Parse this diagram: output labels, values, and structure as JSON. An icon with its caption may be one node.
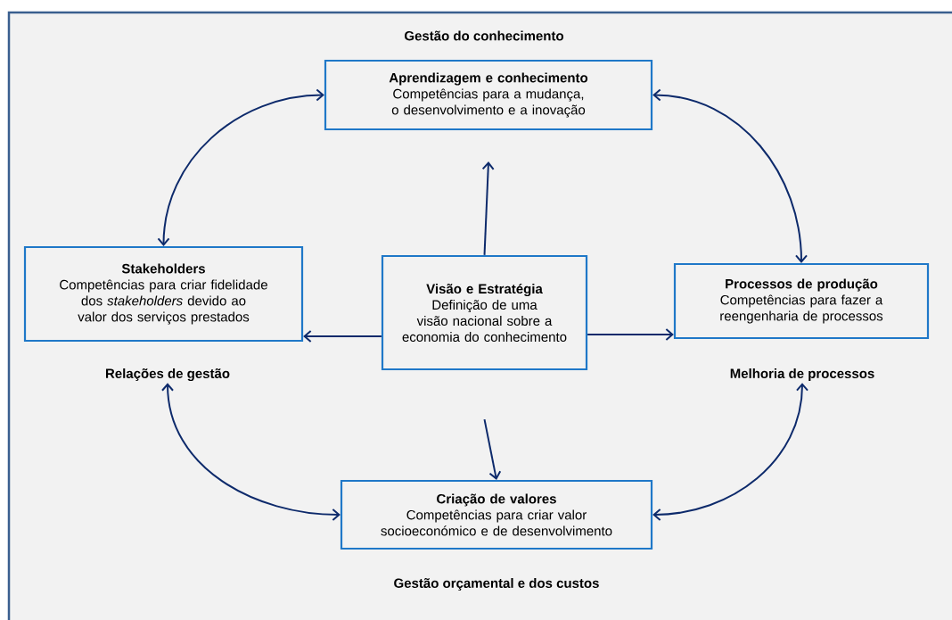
{
  "diagram": {
    "nodes": [
      {
        "text": [
          "Aprendizagem e conhecimento",
          "Competências para a mudança, o desenvolvimento e a inovação"
        ]
      },
      {
        "text": [
          "Stakeholders",
          "Competências para criar fidelidade dos *stakeholders* devido ao valor dos serviços prestados"
        ]
      },
      {
        "text": [
          "Visão e Estratégia",
          "Definição de uma visão nacional sobre a economia do conhecimento"
        ]
      },
      {
        "text": [
          "Processos de produção",
          "Competências para fazer a reengenharia de processos"
        ]
      },
      {
        "text": [
          "Criação de valores",
          "Competências para criar valor socioeconómico e de desenvolvimento"
        ]
      },
      {
        "text": [
          "Relações de gestão"
        ]
      },
      {
        "text": [
          "Melhoria de processos"
        ]
      }
    ],
    "edges": [
      {
        "from": 0,
        "to": 1,
        "arrow": "both"
      },
      {
        "from": 0,
        "to": 3,
        "arrow": "both"
      },
      {
        "from": 2,
        "to": 0,
        "arrow": "to"
      },
      {
        "from": 2,
        "to": 1,
        "arrow": "to"
      },
      {
        "from": 2,
        "to": 3,
        "arrow": "to"
      },
      {
        "from": 2,
        "to": 4,
        "arrow": "to"
      },
      {
        "from": 5,
        "to": 4,
        "arrow": "both"
      },
      {
        "from": 6,
        "to": 4,
        "arrow": "both"
      }
    ],
    "labels": [
      "Gestão do conhecimento",
      "Gestão orçamental e dos custos"
    ]
  }
}
